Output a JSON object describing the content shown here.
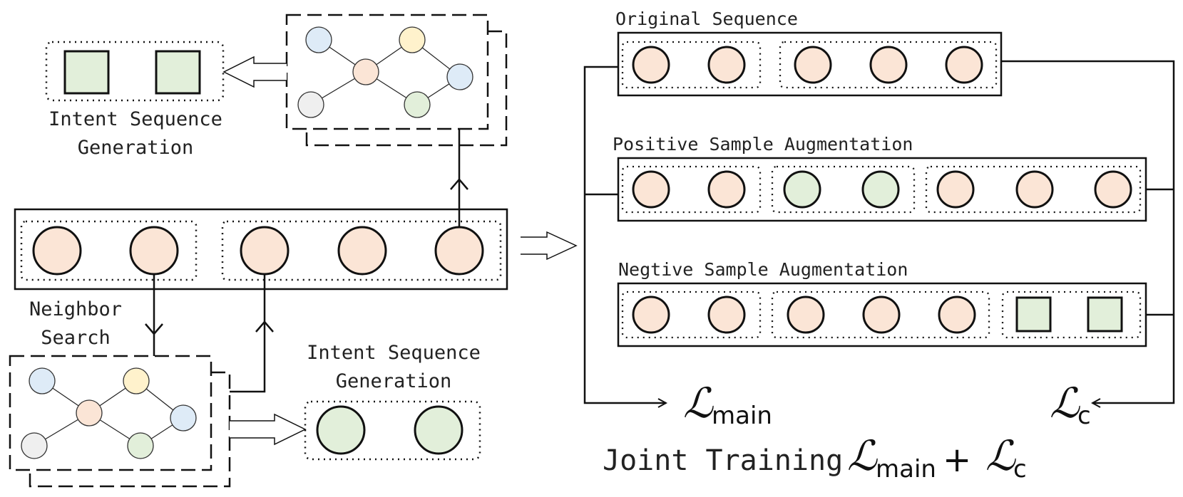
{
  "colors": {
    "item": "#fbe5d6",
    "intent": "#e2efda",
    "node_blue": "#deebf7",
    "node_yellow": "#fff2cc",
    "node_gray": "#efefef",
    "stroke": "#111111"
  },
  "labels": {
    "intent_top_line1": "Intent Sequence",
    "intent_top_line2": "Generation",
    "neighbor_line1": "Neighbor",
    "neighbor_line2": "Search",
    "intent_bottom_line1": "Intent Sequence",
    "intent_bottom_line2": "Generation",
    "original": "Original Sequence",
    "positive": "Positive Sample Augmentation",
    "negative": "Negtive Sample Augmentation",
    "joint_training": "Joint Training"
  },
  "losses": {
    "main_symbol": "ℒ",
    "main_sub": "main",
    "c_symbol": "ℒ",
    "c_sub": "c",
    "plus": "+"
  },
  "icons": {
    "graph": "interest-graph-icon",
    "item": "item-circle-icon",
    "intent": "intent-square-icon"
  }
}
